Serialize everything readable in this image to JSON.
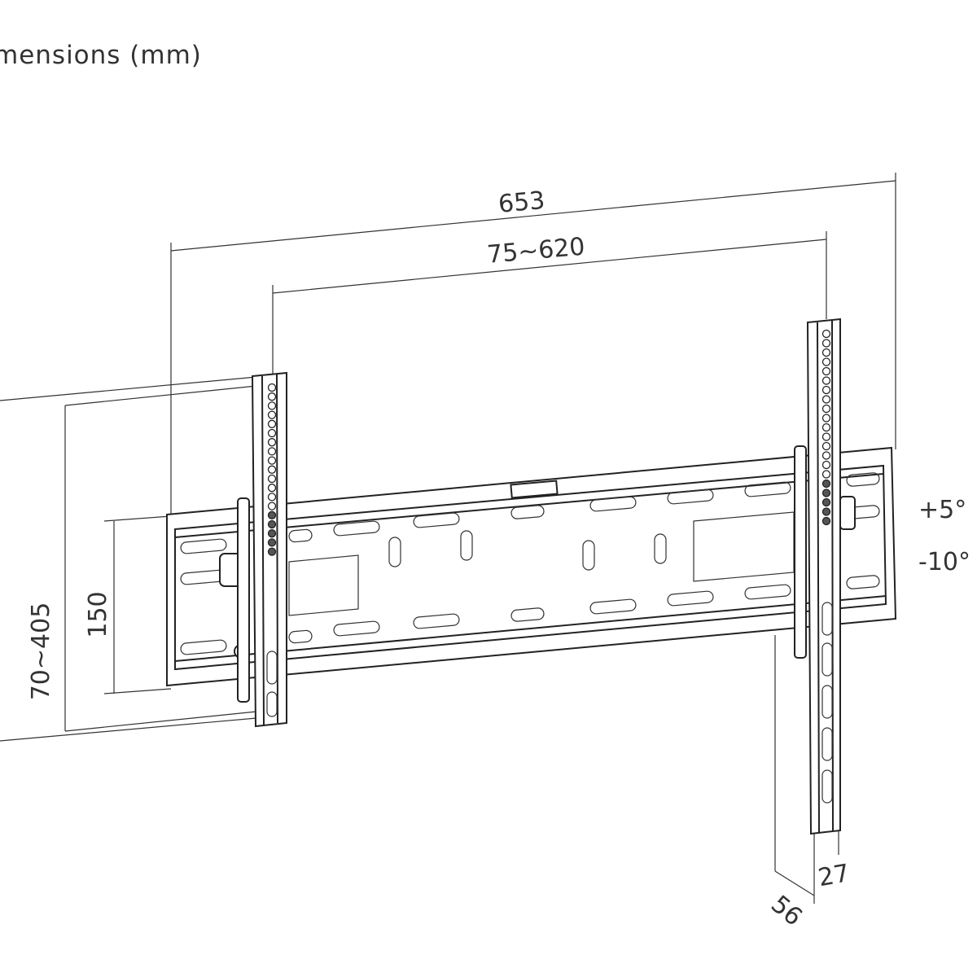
{
  "heading": "mensions (mm)",
  "dimensions": {
    "overall_width": "653",
    "vesa_width": "75~620",
    "overall_height": "70~405",
    "plate_height": "150",
    "tilt_up": "+5° ",
    "tilt_down": "-10°",
    "depth_min": "27",
    "depth_max": "56"
  },
  "colors": {
    "line": "#222222",
    "background": "#ffffff"
  }
}
